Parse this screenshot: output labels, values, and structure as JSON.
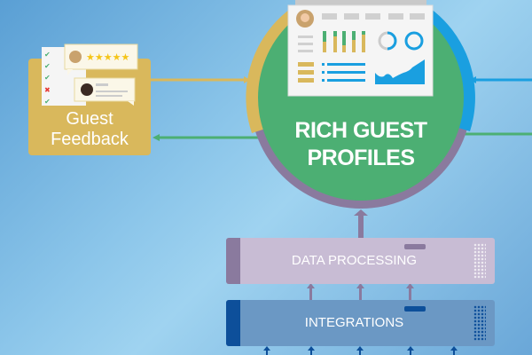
{
  "feedback_card": {
    "title_line1": "Guest",
    "title_line2": "Feedback",
    "rating_stars": 5
  },
  "profile_hub": {
    "title_line1": "RICH GUEST",
    "title_line2": "PROFILES"
  },
  "servers": [
    {
      "label": "DATA PROCESSING"
    },
    {
      "label": "INTEGRATIONS"
    }
  ],
  "colors": {
    "gold": "#d9b85c",
    "green": "#4caf73",
    "purple": "#8a7a9e",
    "blue": "#1a9fe0",
    "processing": "#c8bcd4",
    "integrations": "#6b98c4"
  }
}
